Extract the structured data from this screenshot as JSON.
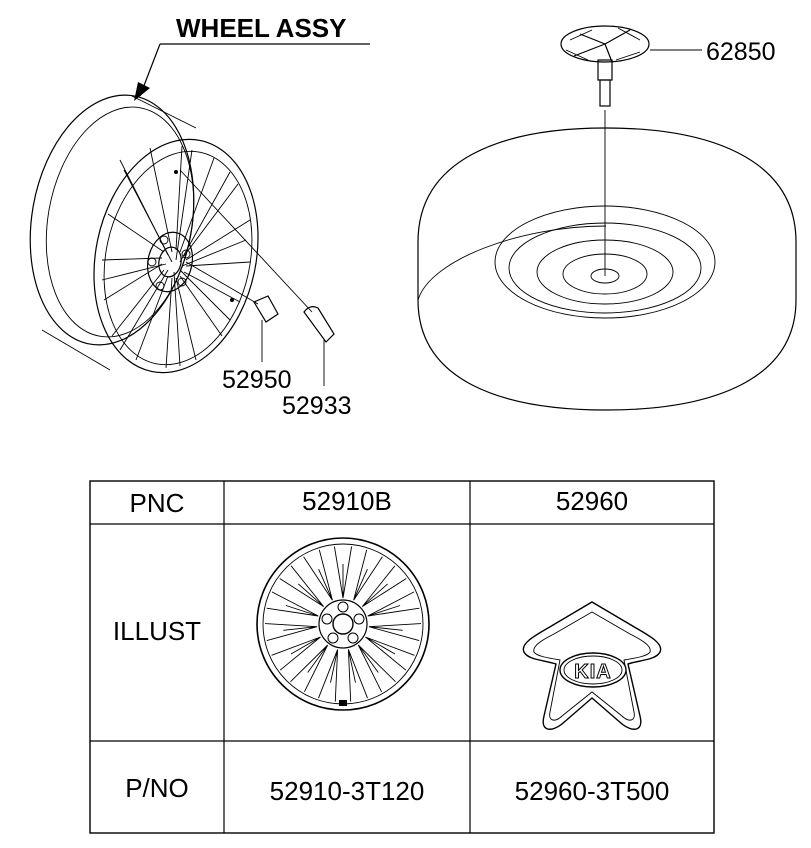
{
  "diagram": {
    "title": "WHEEL ASSY",
    "callouts": {
      "hub_nut": "52950",
      "valve": "52933",
      "spare_clamp": "62850"
    }
  },
  "table": {
    "row_headers": [
      "PNC",
      "ILLUST",
      "P/NO"
    ],
    "columns": [
      {
        "pnc": "52910B",
        "part_no": "52910-3T120"
      },
      {
        "pnc": "52960",
        "part_no": "52960-3T500"
      }
    ],
    "logo_text": "KIA"
  }
}
